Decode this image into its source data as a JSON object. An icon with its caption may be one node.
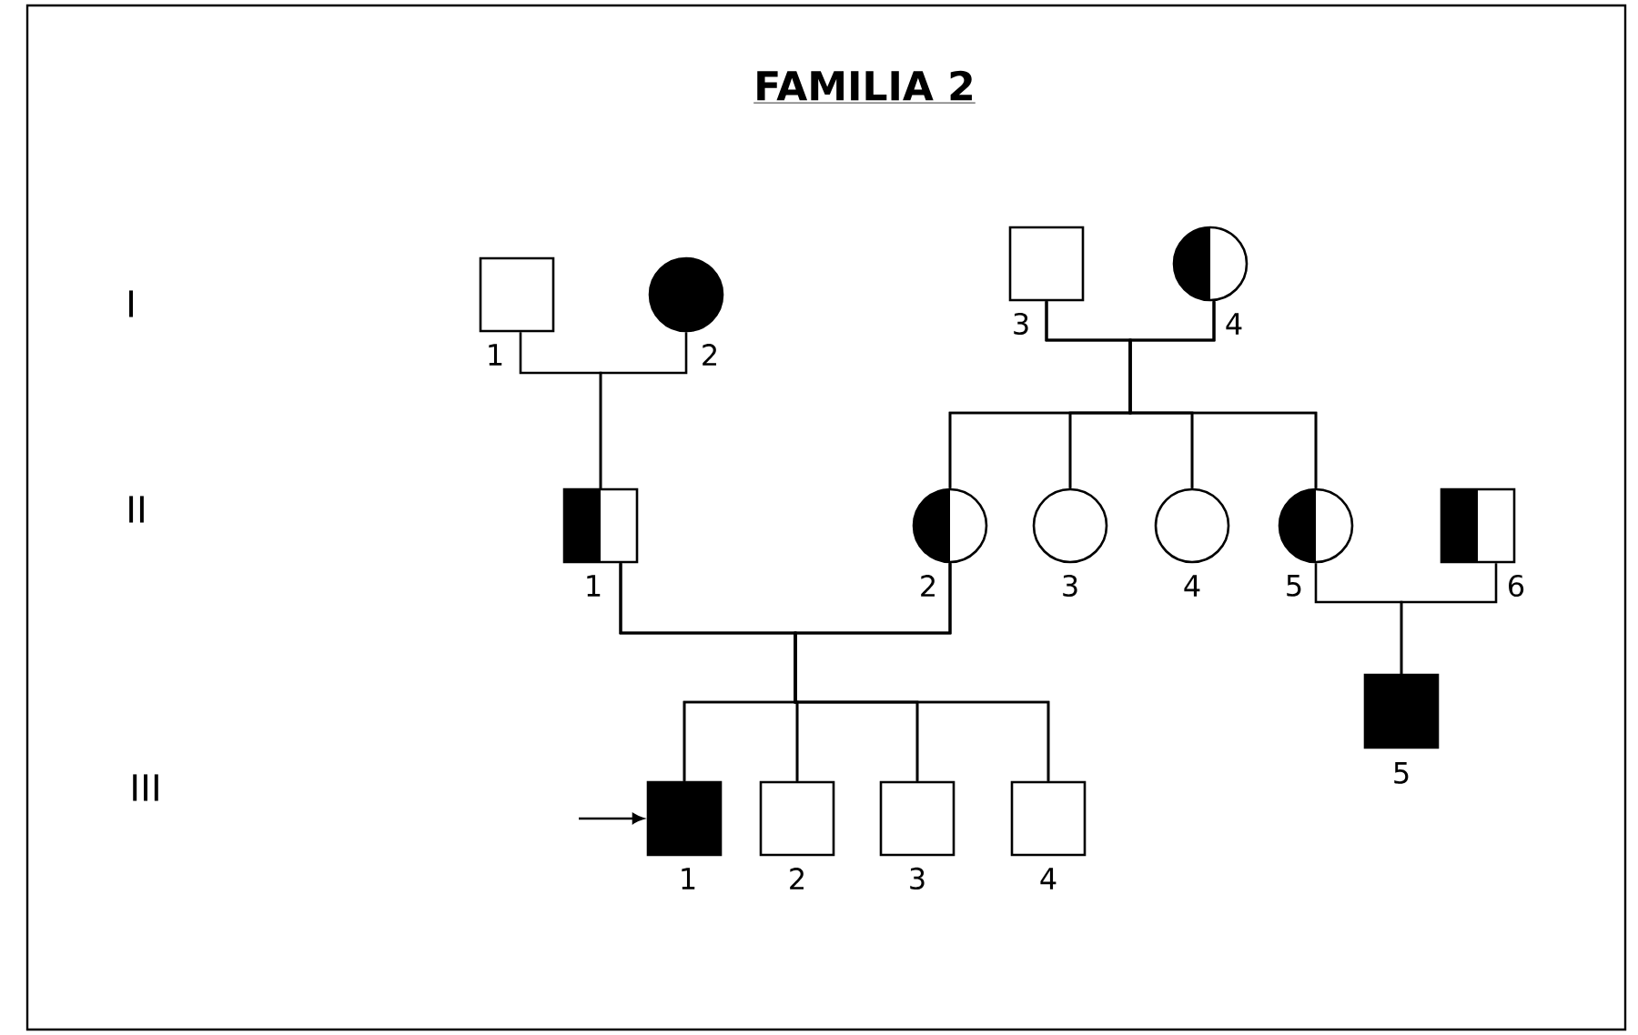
{
  "diagram": {
    "title": "FAMILIA 2",
    "nodes": [
      {
        "text": [],
        "shape": "box",
        "beside": [
          "1"
        ]
      },
      {
        "text": [],
        "shape": "circle",
        "beside": [
          "2"
        ]
      },
      {
        "text": [],
        "shape": "box",
        "beside": [
          "3"
        ]
      },
      {
        "text": [],
        "shape": "circle",
        "beside": [
          "4"
        ]
      },
      {
        "text": [],
        "shape": "box",
        "beside": [
          "1"
        ]
      },
      {
        "text": [],
        "shape": "circle",
        "beside": [
          "2"
        ]
      },
      {
        "text": [],
        "shape": "circle",
        "beside": [
          "3"
        ]
      },
      {
        "text": [],
        "shape": "circle",
        "beside": [
          "4"
        ]
      },
      {
        "text": [],
        "shape": "circle",
        "beside": [
          "5"
        ]
      },
      {
        "text": [],
        "shape": "box",
        "beside": [
          "6"
        ]
      },
      {
        "text": [],
        "shape": "box",
        "beside": [
          "1"
        ]
      },
      {
        "text": [],
        "shape": "box",
        "beside": [
          "2"
        ]
      },
      {
        "text": [],
        "shape": "box",
        "beside": [
          "3"
        ]
      },
      {
        "text": [],
        "shape": "box",
        "beside": [
          "4"
        ]
      },
      {
        "text": [],
        "shape": "box",
        "beside": [
          "5"
        ]
      }
    ],
    "edges": [
      {
        "from": 0,
        "to": 4,
        "arrow": "none"
      },
      {
        "from": 1,
        "to": 4,
        "arrow": "none"
      },
      {
        "from": 2,
        "to": 5,
        "arrow": "none"
      },
      {
        "from": 3,
        "to": 5,
        "arrow": "none"
      },
      {
        "from": 2,
        "to": 6,
        "arrow": "none"
      },
      {
        "from": 3,
        "to": 6,
        "arrow": "none"
      },
      {
        "from": 2,
        "to": 7,
        "arrow": "none"
      },
      {
        "from": 3,
        "to": 7,
        "arrow": "none"
      },
      {
        "from": 2,
        "to": 8,
        "arrow": "none"
      },
      {
        "from": 3,
        "to": 8,
        "arrow": "none"
      },
      {
        "from": 4,
        "to": 10,
        "arrow": "none"
      },
      {
        "from": 5,
        "to": 10,
        "arrow": "none"
      },
      {
        "from": 4,
        "to": 11,
        "arrow": "none"
      },
      {
        "from": 5,
        "to": 11,
        "arrow": "none"
      },
      {
        "from": 4,
        "to": 12,
        "arrow": "none"
      },
      {
        "from": 5,
        "to": 12,
        "arrow": "none"
      },
      {
        "from": 4,
        "to": 13,
        "arrow": "none"
      },
      {
        "from": 5,
        "to": 13,
        "arrow": "none"
      },
      {
        "from": 8,
        "to": 14,
        "arrow": "none"
      },
      {
        "from": 9,
        "to": 14,
        "arrow": "none"
      },
      {
        "from": null,
        "to": 10,
        "arrow": "to"
      }
    ],
    "labels": [
      "I",
      "II",
      "III"
    ]
  }
}
